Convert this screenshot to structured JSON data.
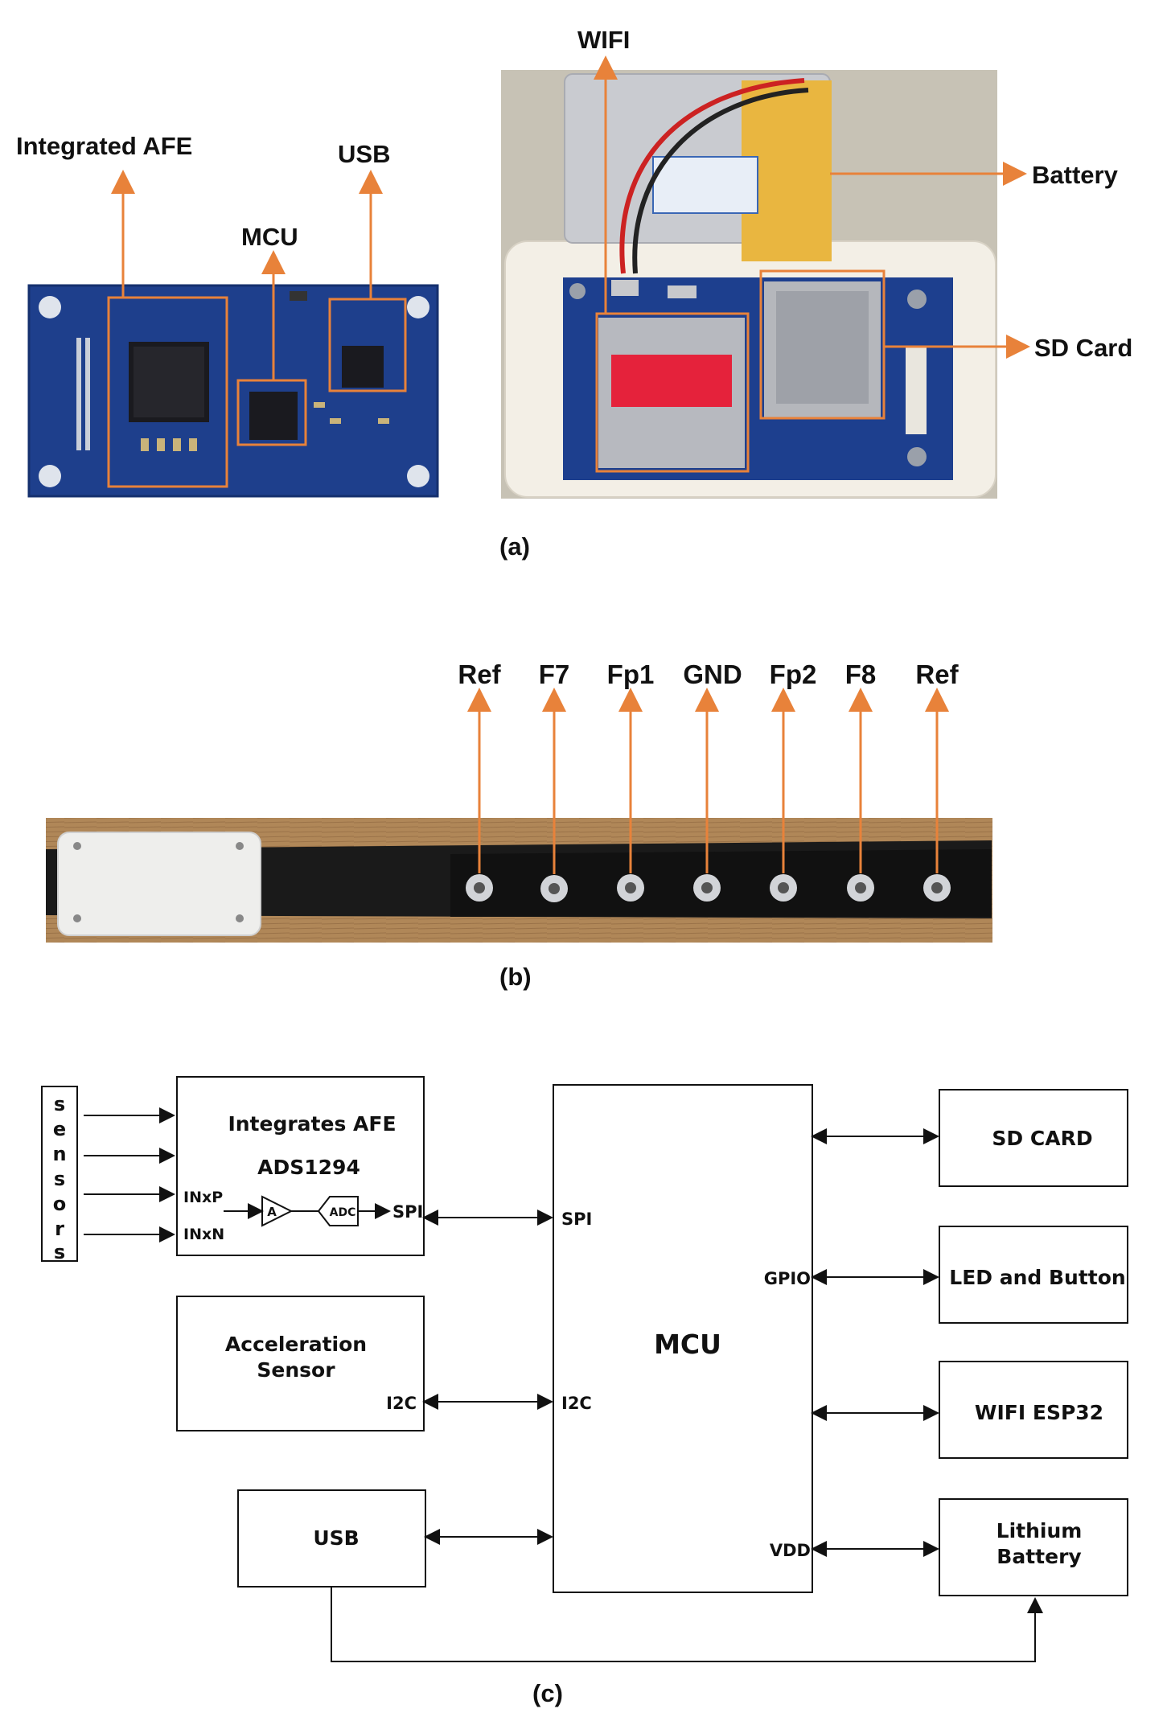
{
  "panel_a": {
    "pcb_labels": {
      "afe": "Integrated AFE",
      "mcu": "MCU",
      "usb": "USB"
    },
    "device_labels": {
      "wifi": "WIFI",
      "battery": "Battery",
      "sd": "SD Card"
    },
    "caption": "(a)"
  },
  "panel_b": {
    "electrodes": [
      "Ref",
      "F7",
      "Fp1",
      "GND",
      "Fp2",
      "F8",
      "Ref"
    ],
    "caption": "(b)"
  },
  "panel_c": {
    "sensors_letters": [
      "s",
      "e",
      "n",
      "s",
      "o",
      "r",
      "s"
    ],
    "afe_block": {
      "title": "Integrates AFE",
      "chip": "ADS1294",
      "in_p": "INxP",
      "in_n": "INxN",
      "amp": "A",
      "adc": "ADC",
      "spi": "SPI"
    },
    "accel_block": {
      "title_line1": "Acceleration",
      "title_line2": "Sensor",
      "port": "I2C"
    },
    "usb_block": "USB",
    "mcu_block": {
      "title": "MCU",
      "spi": "SPI",
      "i2c": "I2C",
      "gpio": "GPIO",
      "vdd": "VDD"
    },
    "right_blocks": {
      "sd": "SD CARD",
      "led": "LED and Button",
      "wifi": "WIFI ESP32",
      "battery_line1": "Lithium",
      "battery_line2": "Battery"
    },
    "caption": "(c)"
  }
}
